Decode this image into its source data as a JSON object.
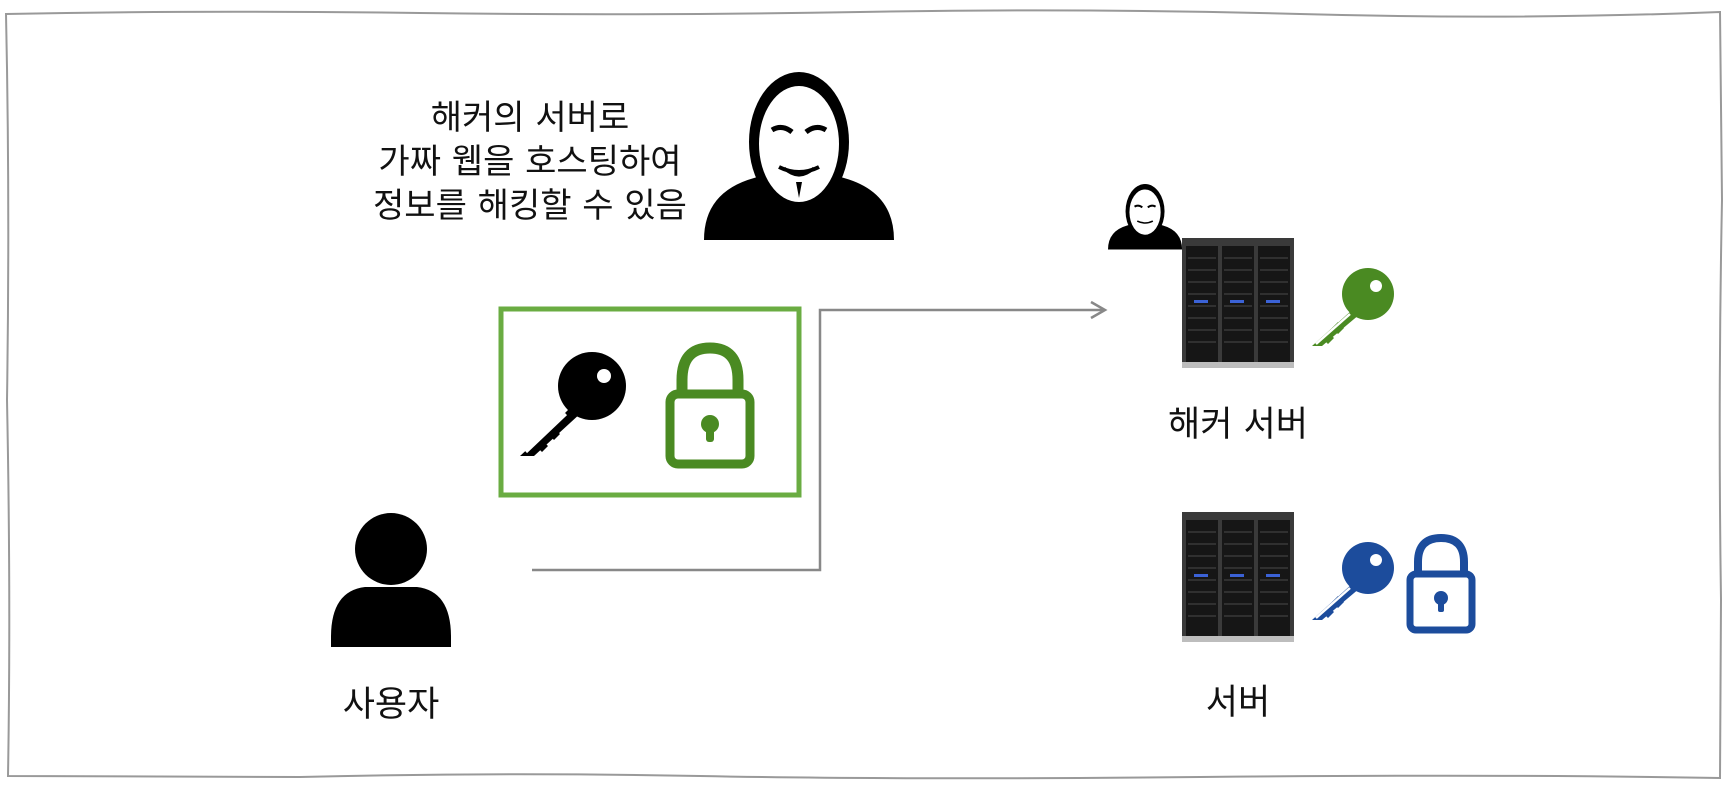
{
  "note": {
    "lines": [
      "해커의 서버로",
      "가짜 웹을 호스팅하여",
      "정보를 해킹할 수 있음"
    ]
  },
  "labels": {
    "user": "사용자",
    "hacker_server": "해커 서버",
    "server": "서버"
  },
  "colors": {
    "green_key_lock": "#4a8a22",
    "green_box": "#6aac42",
    "blue_key_lock": "#1c4c9c",
    "connector": "#888888",
    "frame": "#999999",
    "icon_black": "#000000"
  }
}
